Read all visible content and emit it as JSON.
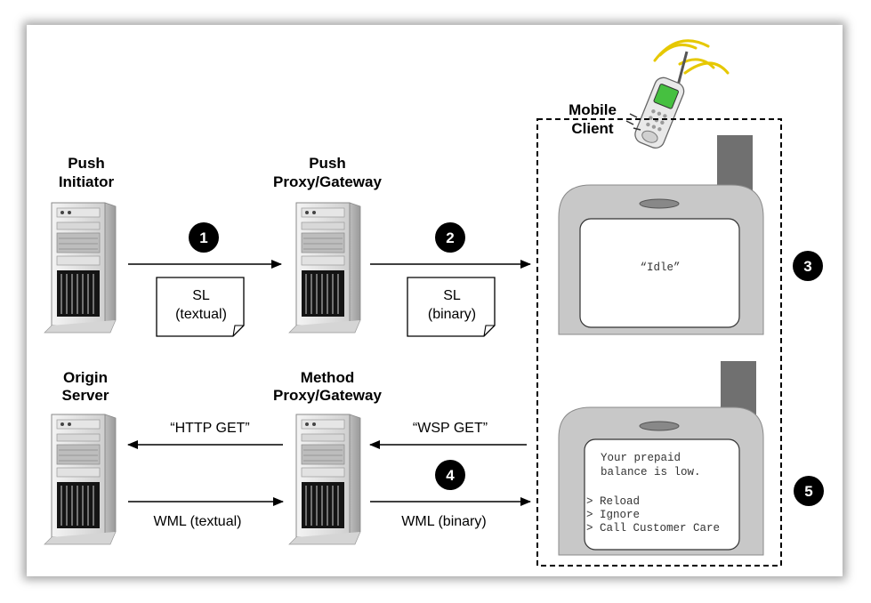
{
  "nodes": {
    "push_initiator": [
      "Push",
      "Initiator"
    ],
    "push_proxy": [
      "Push",
      "Proxy/Gateway"
    ],
    "mobile_client": [
      "Mobile",
      "Client"
    ],
    "origin_server": [
      "Origin",
      "Server"
    ],
    "method_proxy": [
      "Method",
      "Proxy/Gateway"
    ]
  },
  "steps": [
    "1",
    "2",
    "3",
    "4",
    "5"
  ],
  "documents": {
    "sl_textual": [
      "SL",
      "(textual)"
    ],
    "sl_binary": [
      "SL",
      "(binary)"
    ]
  },
  "messages": {
    "http_get": "“HTTP GET”",
    "wml_textual": "WML (textual)",
    "wsp_get": "“WSP GET”",
    "wml_binary": "WML (binary)"
  },
  "phone_top": {
    "screen_text": "“Idle”"
  },
  "phone_bottom": {
    "screen_lines": [
      "Your prepaid",
      "balance is low."
    ],
    "menu": [
      "> Reload",
      "> Ignore",
      "> Call Customer Care"
    ]
  },
  "colors": {
    "step_badge": "#000000",
    "phone_body": "#c8c8c8",
    "antenna": "#707070",
    "dashed_border": "#000000"
  },
  "icons": [
    "server-icon",
    "document-icon",
    "handset-icon"
  ]
}
